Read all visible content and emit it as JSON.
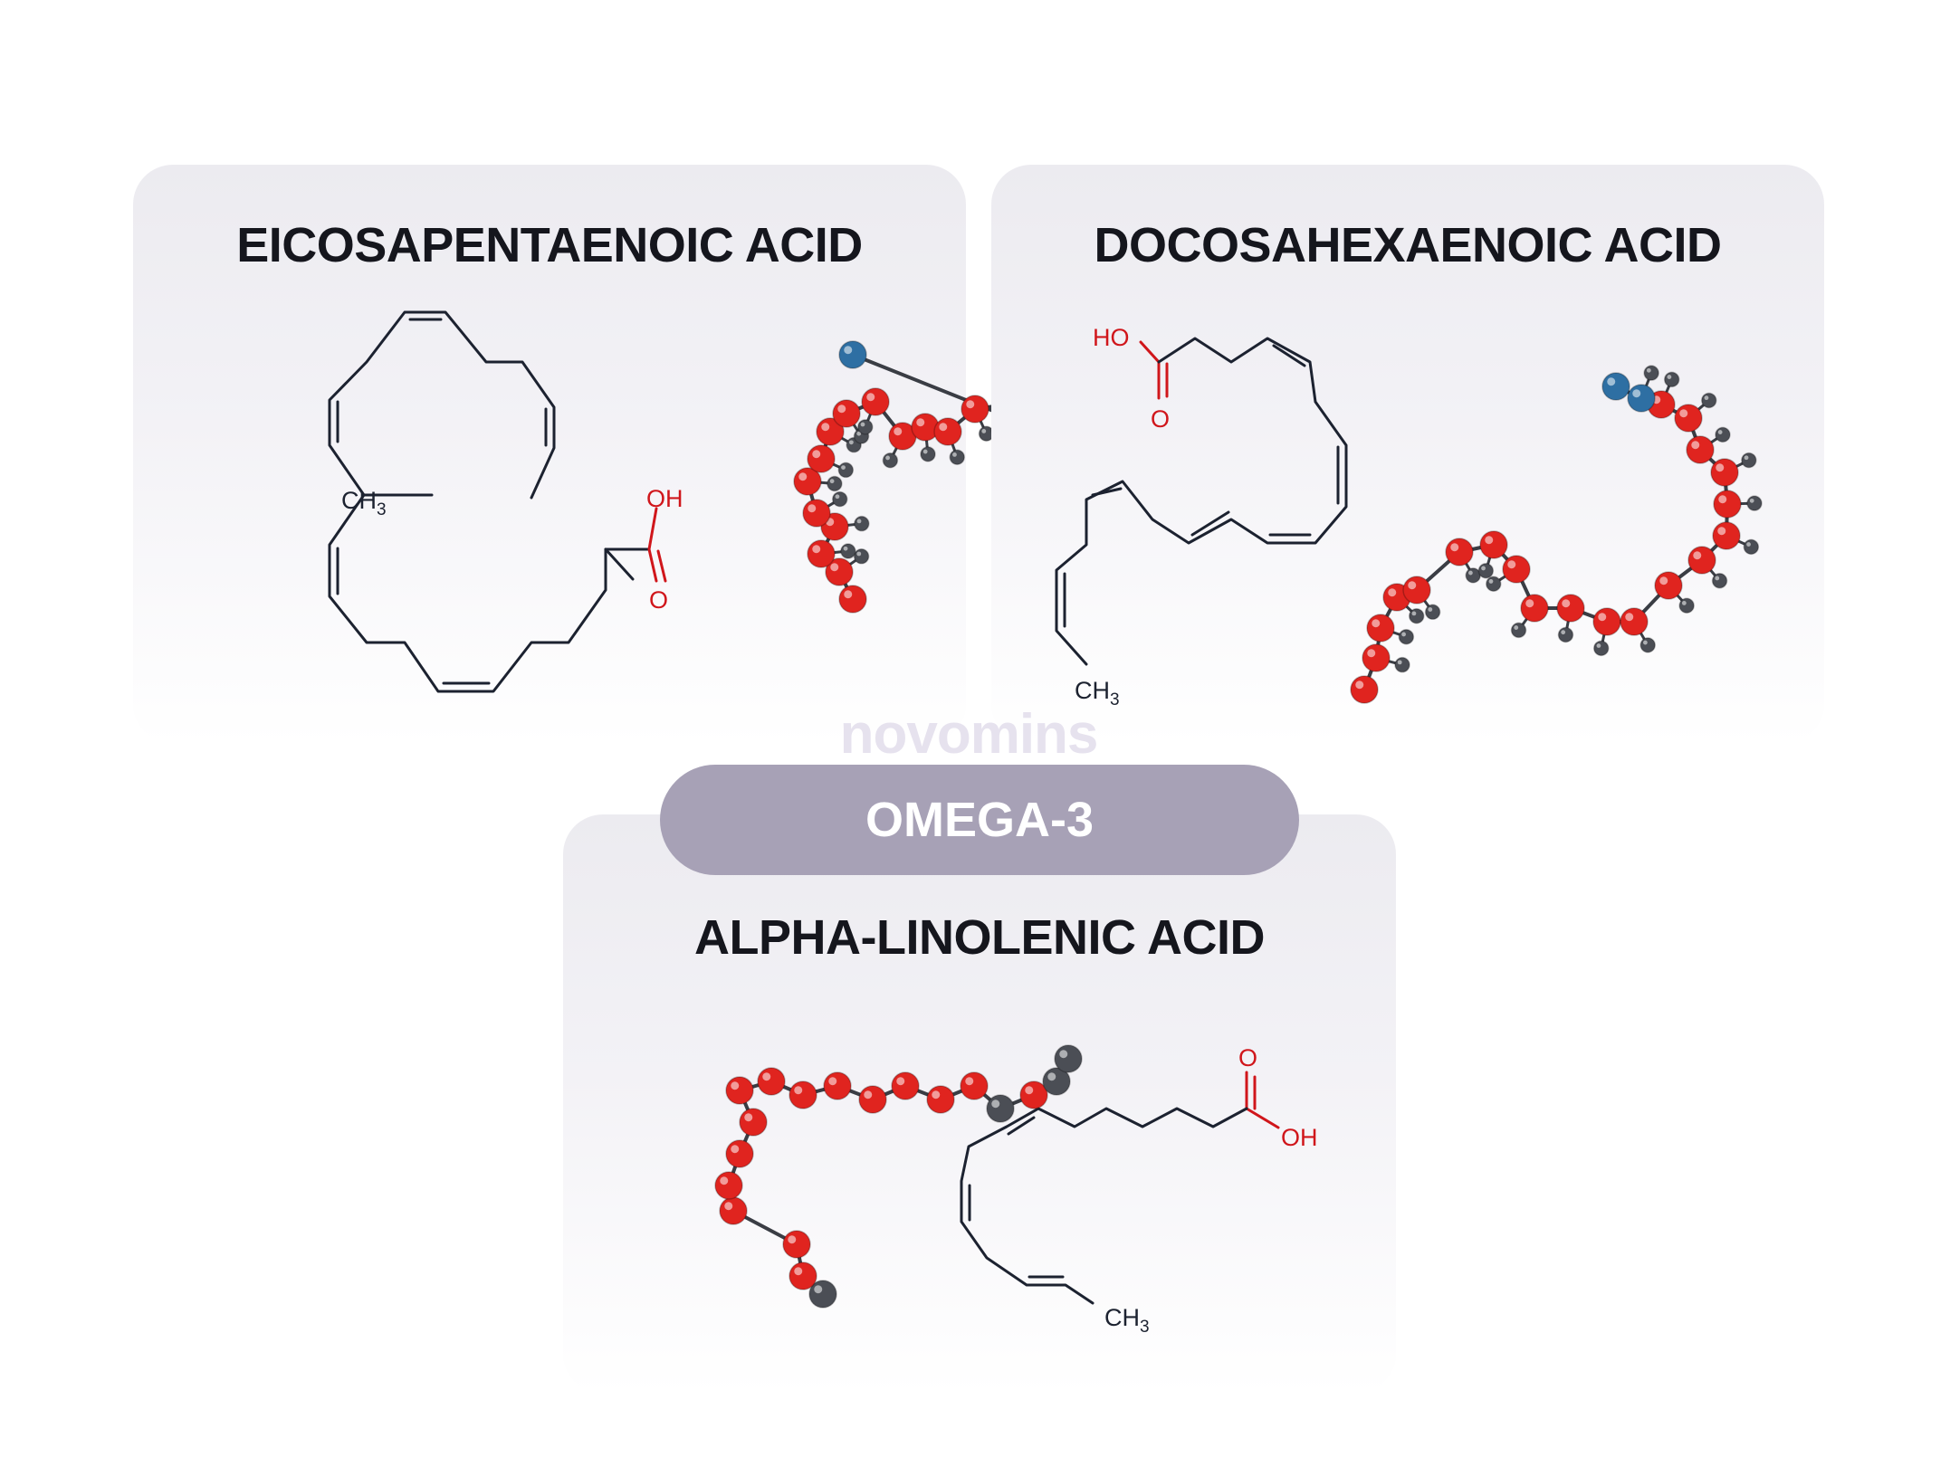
{
  "cards": {
    "epa": {
      "title": "EICOSAPENTAENOIC ACID"
    },
    "dha": {
      "title": "DOCOSAHEXAENOIC ACID"
    },
    "ala": {
      "title": "ALPHA-LINOLENIC ACID"
    }
  },
  "badge": {
    "label": "OMEGA-3"
  },
  "watermark": {
    "text": "novomins"
  },
  "formula_labels": {
    "carboxyl_oh": "OH",
    "carboxyl_ho": "HO",
    "carbonyl_o": "O",
    "methyl": "CH",
    "methyl_subscript": "3"
  },
  "colors": {
    "card_bg_top": "#ecebf0",
    "badge_bg": "#a7a1b6",
    "bond_line": "#1c2230",
    "oxygen_red": "#d0161b",
    "atom_red": "#e0241f",
    "atom_grey": "#4b4e55",
    "atom_blue": "#2e6fa3"
  }
}
